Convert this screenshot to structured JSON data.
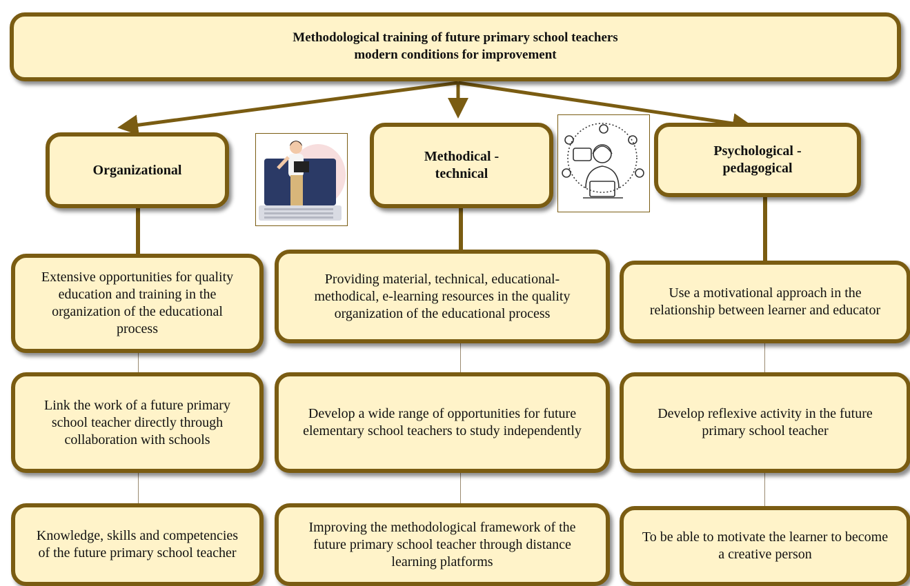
{
  "title": "Methodological training of future primary school teachers\nmodern conditions for improvement",
  "branches": [
    {
      "heading": "Organizational",
      "items": [
        "Extensive opportunities for quality education and training in the organization of the educational process",
        "Link the work of a future primary school teacher directly through collaboration with schools",
        "Knowledge, skills and competencies of the future primary school teacher"
      ]
    },
    {
      "heading": "Methodical -\ntechnical",
      "items": [
        "Providing material, technical, educational-methodical, e-learning resources in the quality organization of the educational process",
        "Develop a wide range of opportunities for future elementary school teachers to study independently",
        "Improving the methodological framework of the future primary school teacher through distance learning platforms"
      ]
    },
    {
      "heading": "Psychological -\npedagogical",
      "items": [
        "Use a motivational approach in the relationship between learner and educator",
        "Develop reflexive activity in the future primary school teacher",
        "To be able to motivate the learner to become a creative person"
      ]
    }
  ],
  "colors": {
    "fill": "#fff3c9",
    "border": "#7a5c12"
  },
  "illustrations": [
    "teacher-laptop-illustration",
    "online-support-illustration"
  ]
}
